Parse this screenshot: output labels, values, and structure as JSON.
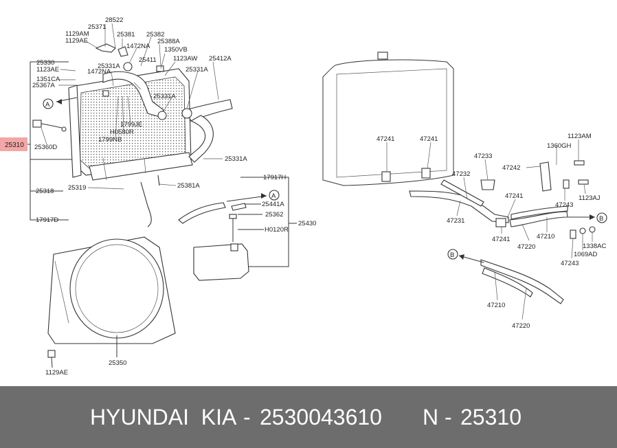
{
  "highlight_label": "25310",
  "colors": {
    "highlight": "#f4a6a6",
    "footer_bg": "#6d6d6d",
    "footer_text": "#ffffff",
    "line": "#333333"
  },
  "labels": {
    "l28522": "28522",
    "l25371": "25371",
    "l1129AM": "1129AM",
    "l1129AE": "1129AE",
    "l25381": "25381",
    "l25382": "25382",
    "l25388A": "25388A",
    "l1350VB": "1350VB",
    "l1472NA_a": "1472NA",
    "l1472NA_b": "1472NA",
    "l25411": "25411",
    "l1123AW": "1123AW",
    "l25412A": "25412A",
    "l25330": "25330",
    "l1123AE": "1123AE",
    "l25331A_a": "25331A",
    "l25331A_b": "25331A",
    "l25331A_c": "25331A",
    "l25331A_d": "25331A",
    "l1351CA": "1351CA",
    "l25367A": "25367A",
    "l1799JE": "1799JE",
    "lH0580R": "H0580R",
    "l1799NB": "1799NB",
    "l25360D": "25360D",
    "l25318": "25318",
    "l25319": "25319",
    "l25381A": "25381A",
    "l17917D": "17917D",
    "l17917H": "17917H",
    "l25441A": "25441A",
    "l25362": "25362",
    "lH0120R": "H0120R",
    "l25430": "25430",
    "l25350": "25350",
    "l1129AE_b": "1129AE",
    "l47241_a": "47241",
    "l47241_b": "47241",
    "l47241_c": "47241",
    "l47241_d": "47241",
    "l47233": "47233",
    "l47242": "47242",
    "l47232": "47232",
    "l47231": "47231",
    "l47220_a": "47220",
    "l47210_a": "47210",
    "l1360GH": "1360GH",
    "l1123AM": "1123AM",
    "l1123AJ": "1123AJ",
    "l47243_a": "47243",
    "l47243_b": "47243",
    "l1338AC": "1338AC",
    "l1069AD": "1069AD",
    "l47210_b": "47210",
    "l47220_b": "47220"
  },
  "callouts": {
    "A": "A",
    "B": "B"
  },
  "footer": {
    "brand": "HYUNDAI  KIA",
    "separator": "-",
    "part_number": "2530043610",
    "ref_prefix": "N - ",
    "ref_number": "25310"
  }
}
